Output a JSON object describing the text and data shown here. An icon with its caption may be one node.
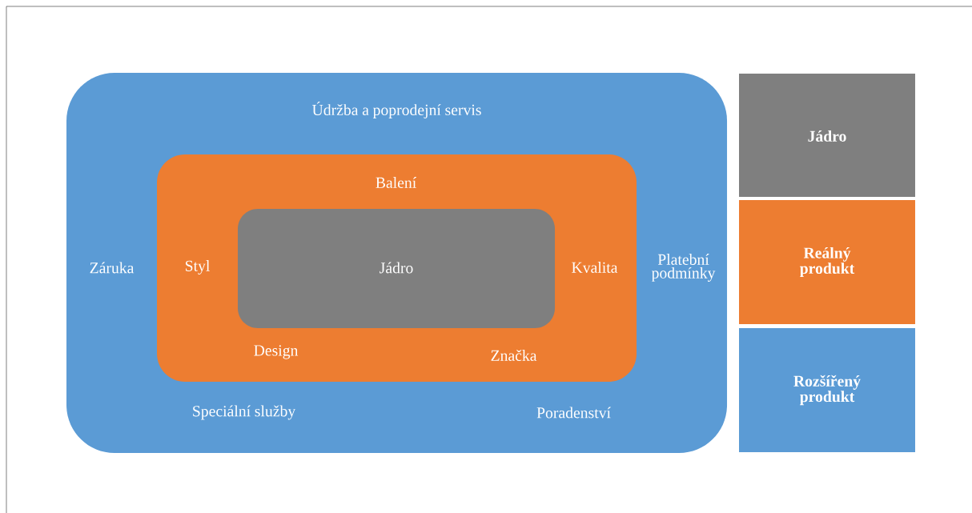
{
  "diagram": {
    "nodes": [
      {
        "text": [
          "Údržba a poprodejní servis",
          "Záruka",
          "Platební podmínky",
          "Speciální služby",
          "Poradenství"
        ]
      },
      {
        "text": [
          "Balení",
          "Styl",
          "Kvalita",
          "Design",
          "Značka"
        ],
        "in": 0
      },
      {
        "text": [
          "Jádro"
        ],
        "in": 1
      },
      {
        "text": [
          "Jádro"
        ]
      },
      {
        "text": [
          "Reálný produkt"
        ]
      },
      {
        "text": [
          "Rozšířený produkt"
        ]
      }
    ]
  }
}
